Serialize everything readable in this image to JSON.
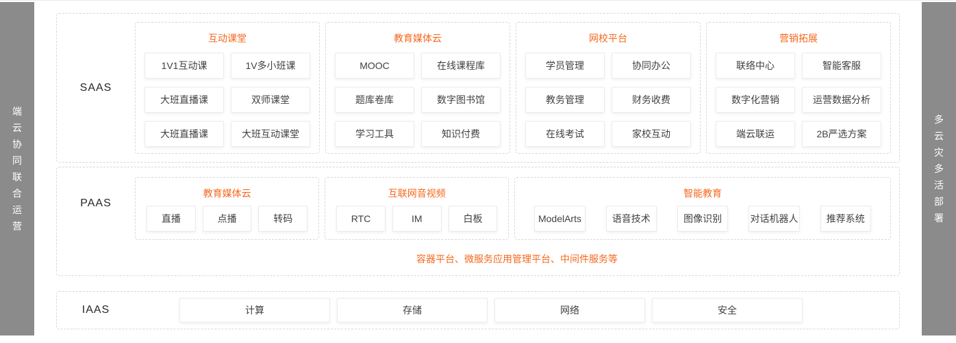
{
  "accent": "#f5671c",
  "left_rail": {
    "text": "端云协同联合运营"
  },
  "right_rail": {
    "text": "多云灾多活部署"
  },
  "saas": {
    "label": "SAAS",
    "groups": [
      {
        "title": "互动课堂",
        "items": [
          "1V1互动课",
          "1V多小班课",
          "大班直播课",
          "双师课堂",
          "大班直播课",
          "大班互动课堂"
        ]
      },
      {
        "title": "教育媒体云",
        "items": [
          "MOOC",
          "在线课程库",
          "题库卷库",
          "数字图书馆",
          "学习工具",
          "知识付费"
        ]
      },
      {
        "title": "网校平台",
        "items": [
          "学员管理",
          "协同办公",
          "教务管理",
          "财务收费",
          "在线考试",
          "家校互动"
        ]
      },
      {
        "title": "营销拓展",
        "items": [
          "联络中心",
          "智能客服",
          "数字化营销",
          "运营数据分析",
          "端云联运",
          "2B严选方案"
        ]
      }
    ]
  },
  "paas": {
    "label": "PAAS",
    "groups": [
      {
        "title": "教育媒体云",
        "items": [
          "直播",
          "点播",
          "转码"
        ]
      },
      {
        "title": "互联网音视频",
        "items": [
          "RTC",
          "IM",
          "白板"
        ]
      },
      {
        "title": "智能教育",
        "items": [
          "ModelArts",
          "语音技术",
          "图像识别",
          "对话机器人",
          "推荐系统"
        ]
      }
    ],
    "note": "容器平台、微服务应用管理平台、中间件服务等"
  },
  "iaas": {
    "label": "IAAS",
    "items": [
      "计算",
      "存储",
      "网络",
      "安全"
    ]
  }
}
